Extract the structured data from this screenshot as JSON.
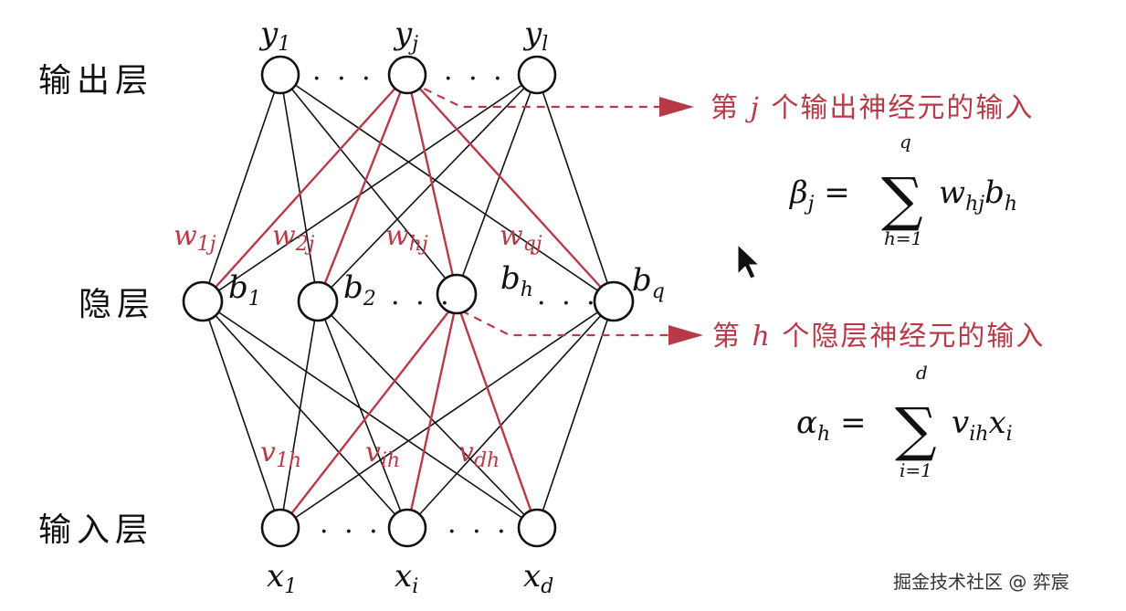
{
  "layers": {
    "output": "输出层",
    "hidden": "隐层",
    "input": "输入层"
  },
  "nodes": {
    "output": [
      {
        "base": "y",
        "sub": "1"
      },
      {
        "base": "y",
        "sub": "j"
      },
      {
        "base": "y",
        "sub": "l"
      }
    ],
    "hidden": [
      {
        "base": "b",
        "sub": "1"
      },
      {
        "base": "b",
        "sub": "2"
      },
      {
        "base": "b",
        "sub": "h"
      },
      {
        "base": "b",
        "sub": "q"
      }
    ],
    "input": [
      {
        "base": "x",
        "sub": "1"
      },
      {
        "base": "x",
        "sub": "i"
      },
      {
        "base": "x",
        "sub": "d"
      }
    ]
  },
  "weights": {
    "output": [
      {
        "base": "w",
        "sub": "1j"
      },
      {
        "base": "w",
        "sub": "2j"
      },
      {
        "base": "w",
        "sub": "hj"
      },
      {
        "base": "w",
        "sub": "qj"
      }
    ],
    "input": [
      {
        "base": "v",
        "sub": "1h"
      },
      {
        "base": "v",
        "sub": "ih"
      },
      {
        "base": "v",
        "sub": "dh"
      }
    ]
  },
  "annotations": {
    "output": {
      "pre": "第 ",
      "var": "j",
      "post": " 个输出神经元的输入",
      "formula_lhs": "β",
      "formula_lhs_sub": "j",
      "eq": " = ",
      "sum_upper": "q",
      "sum_lower": "h=1",
      "term_w": "w",
      "term_w_sub": "hj",
      "term_b": "b",
      "term_b_sub": "h"
    },
    "hidden": {
      "pre": "第 ",
      "var": "h",
      "post": " 个隐层神经元的输入",
      "formula_lhs": "α",
      "formula_lhs_sub": "h",
      "eq": " = ",
      "sum_upper": "d",
      "sum_lower": "i=1",
      "term_v": "v",
      "term_v_sub": "ih",
      "term_x": "x",
      "term_x_sub": "i"
    }
  },
  "ellipsis": "· · ·",
  "watermark": "掘金技术社区 @ 弈宸",
  "colors": {
    "accent": "#b83a48",
    "ink": "#111111"
  }
}
